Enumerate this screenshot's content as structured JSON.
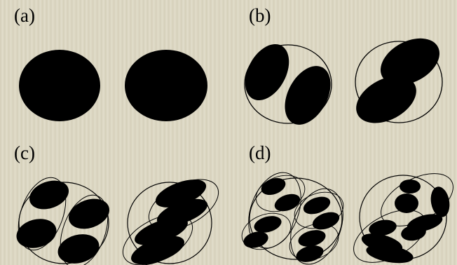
{
  "panels": [
    {
      "label": "(a)"
    },
    {
      "label": "(b)"
    },
    {
      "label": "(c)"
    },
    {
      "label": "(d)"
    }
  ],
  "colors": {
    "background": "#dcd7c3",
    "grain": "#c9c3ad",
    "ink": "#000000"
  }
}
